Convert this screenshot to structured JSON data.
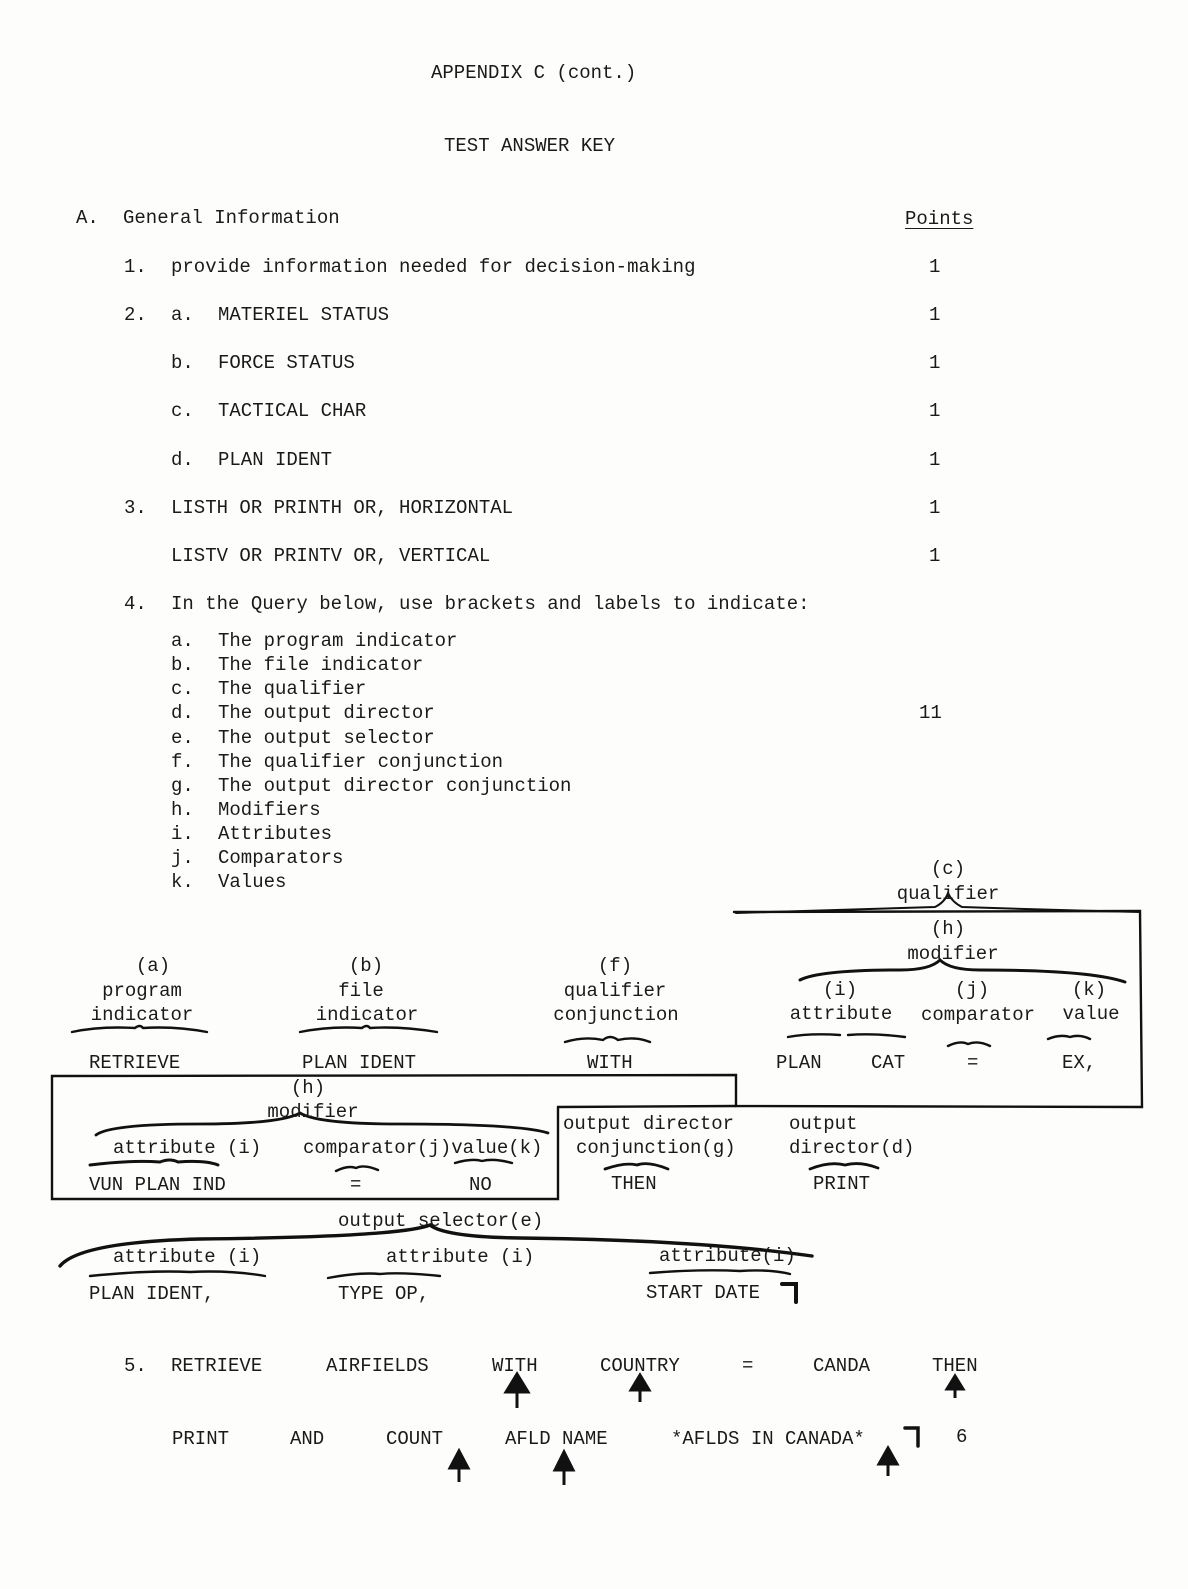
{
  "header": {
    "appendix": "APPENDIX C (cont.)",
    "title": "TEST ANSWER KEY"
  },
  "section": {
    "letter": "A.",
    "title": "General Information",
    "points_header": "Points"
  },
  "q1": {
    "num": "1.",
    "text": "provide information needed for decision-making",
    "points": "1"
  },
  "q2": {
    "num": "2.",
    "items": [
      {
        "letter": "a.",
        "text": "MATERIEL STATUS",
        "points": "1"
      },
      {
        "letter": "b.",
        "text": "FORCE STATUS",
        "points": "1"
      },
      {
        "letter": "c.",
        "text": "TACTICAL CHAR",
        "points": "1"
      },
      {
        "letter": "d.",
        "text": "PLAN IDENT",
        "points": "1"
      }
    ]
  },
  "q3": {
    "num": "3.",
    "lines": [
      {
        "text": "LISTH OR PRINTH OR, HORIZONTAL",
        "points": "1"
      },
      {
        "text": "LISTV OR PRINTV OR, VERTICAL",
        "points": "1"
      }
    ]
  },
  "q4": {
    "num": "4.",
    "text": "In the Query below, use brackets and labels to indicate:",
    "points": "11",
    "items": [
      {
        "letter": "a.",
        "text": "The program indicator"
      },
      {
        "letter": "b.",
        "text": "The file indicator"
      },
      {
        "letter": "c.",
        "text": "The qualifier"
      },
      {
        "letter": "d.",
        "text": "The output director"
      },
      {
        "letter": "e.",
        "text": "The output selector"
      },
      {
        "letter": "f.",
        "text": "The qualifier conjunction"
      },
      {
        "letter": "g.",
        "text": "The output director conjunction"
      },
      {
        "letter": "h.",
        "text": "Modifiers"
      },
      {
        "letter": "i.",
        "text": "Attributes"
      },
      {
        "letter": "j.",
        "text": "Comparators"
      },
      {
        "letter": "k.",
        "text": "Values"
      }
    ]
  },
  "diagram": {
    "row1_labels": {
      "c": "(c)",
      "qualifier": "qualifier",
      "h": "(h)",
      "modifier": "modifier",
      "a": "(a)",
      "program": "program",
      "indicator_a": "indicator",
      "b": "(b)",
      "file": "file",
      "indicator_b": "indicator",
      "f": "(f)",
      "qualifier_f": "qualifier",
      "conjunction_f": "conjunction",
      "i": "(i)",
      "attribute": "attribute",
      "j": "(j)",
      "comparator": "comparator",
      "k": "(k)",
      "value": "value"
    },
    "row1_tokens": {
      "retrieve": "RETRIEVE",
      "plan_ident": "PLAN IDENT",
      "with": "WITH",
      "plan": "PLAN",
      "cat": "CAT",
      "eq": "=",
      "ex": "EX,"
    },
    "row2_labels": {
      "h": "(h)",
      "modifier": "modifier",
      "attribute_i": "attribute (i)",
      "comparator_value": "comparator(j)value(k)",
      "od_conj1": "output director",
      "od_conj2": "conjunction(g)",
      "od1": "output",
      "od2": "director(d)"
    },
    "row2_tokens": {
      "vun": "VUN PLAN IND",
      "eq": "=",
      "no": "NO",
      "then": "THEN",
      "print": "PRINT"
    },
    "row3_labels": {
      "selector": "output selector(e)",
      "attr1": "attribute (i)",
      "attr2": "attribute (i)",
      "attr3": "attribute(i)"
    },
    "row3_tokens": {
      "plan_ident": "PLAN IDENT,",
      "type_op": "TYPE OP,",
      "start_date": "START DATE"
    }
  },
  "q5": {
    "num": "5.",
    "line1": [
      "RETRIEVE",
      "AIRFIELDS",
      "WITH",
      "COUNTRY",
      "=",
      "CANDA",
      "THEN"
    ],
    "line2": [
      "PRINT",
      "AND",
      "COUNT",
      "AFLD NAME",
      "*AFLDS IN CANADA*"
    ],
    "points": "6"
  }
}
